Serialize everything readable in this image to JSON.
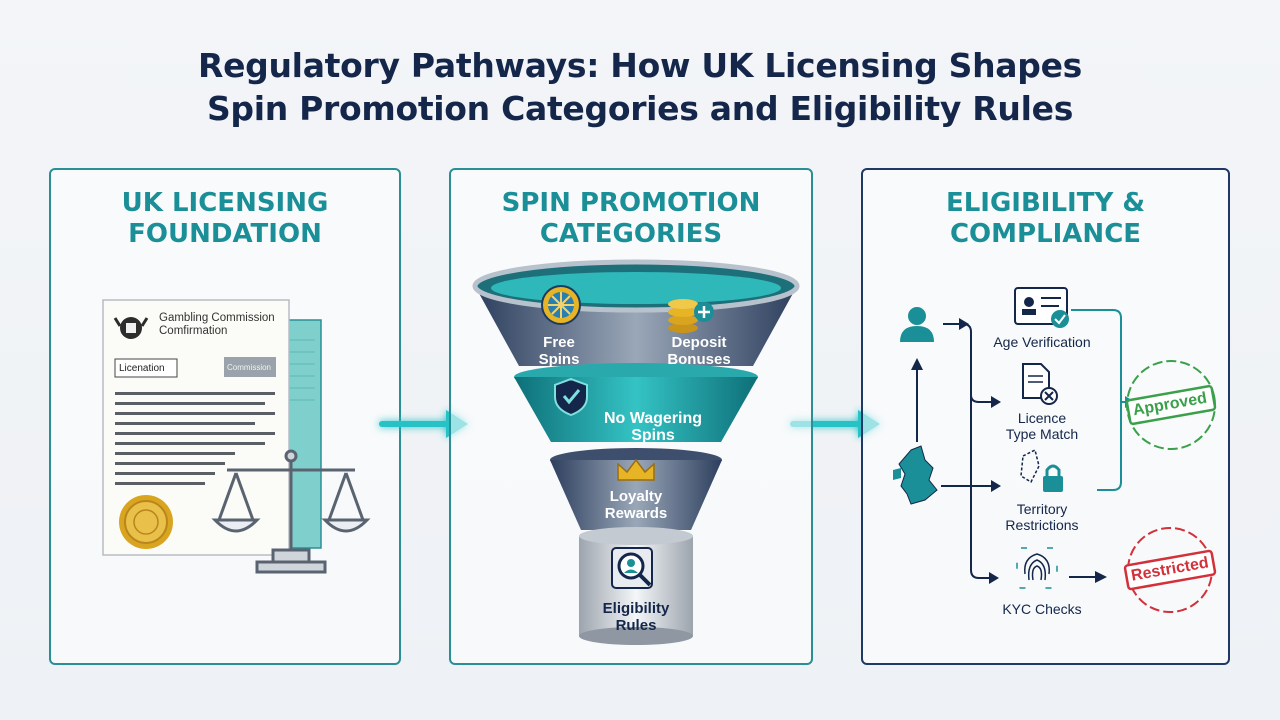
{
  "title": {
    "line1": "Regulatory Pathways: How UK Licensing Shapes",
    "line2": "Spin Promotion Categories and Eligibility Rules"
  },
  "panels": {
    "licensing": {
      "title_line1": "UK LICENSING",
      "title_line2": "FOUNDATION",
      "doc_header_line1": "Gambling Commission",
      "doc_header_line2": "Comfirmation",
      "doc_field": "Licenation",
      "doc_stamp": "Commission"
    },
    "promotions": {
      "title_line1": "SPIN PROMOTION",
      "title_line2": "CATEGORIES",
      "tier1_left_line1": "Free",
      "tier1_left_line2": "Spins",
      "tier1_right_line1": "Deposit",
      "tier1_right_line2": "Bonuses",
      "tier2_line1": "No Wagering",
      "tier2_line2": "Spins",
      "tier3_line1": "Loyalty",
      "tier3_line2": "Rewards",
      "tier4_line1": "Eligibility",
      "tier4_line2": "Rules"
    },
    "eligibility": {
      "title_line1": "ELIGIBILITY &",
      "title_line2": "COMPLIANCE",
      "check1": "Age Verification",
      "check2_line1": "Licence",
      "check2_line2": "Type Match",
      "check3_line1": "Territory",
      "check3_line2": "Restrictions",
      "check4": "KYC Checks",
      "stamp_approved": "Approved",
      "stamp_restricted": "Restricted"
    }
  },
  "colors": {
    "navy": "#14264a",
    "teal": "#1b8f97",
    "approved": "#3aa04a",
    "restricted": "#d2313a",
    "gold": "#d9a520"
  }
}
